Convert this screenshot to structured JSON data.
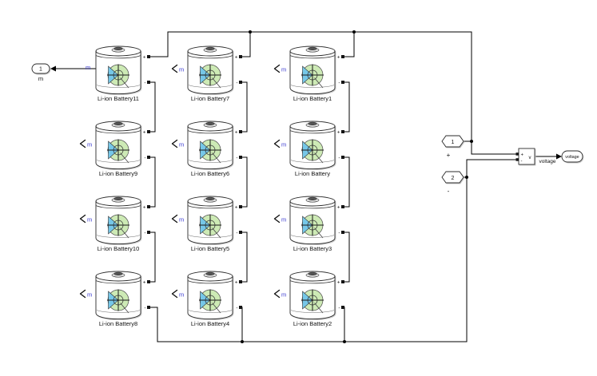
{
  "diagram": {
    "type": "simulink-battery-pack-model",
    "background": "#ffffff"
  },
  "colors": {
    "wire": "#000000",
    "battery_green": "#cdeab5",
    "battery_blue": "#76c7e8",
    "m_label_blue": "#3b3bd1",
    "block_shadow": "#c9c9c9"
  },
  "glyphs": {
    "plus": "+",
    "minus": "-",
    "m": "m",
    "v": "v"
  },
  "batteries": [
    {
      "label": "Li-ion Battery11",
      "m_connected": true
    },
    {
      "label": "Li-ion Battery9",
      "m_connected": false
    },
    {
      "label": "Li-ion Battery10",
      "m_connected": false
    },
    {
      "label": "Li-ion Battery8",
      "m_connected": false
    },
    {
      "label": "Li-ion Battery7",
      "m_connected": false
    },
    {
      "label": "Li-ion Battery6",
      "m_connected": false
    },
    {
      "label": "Li-ion Battery5",
      "m_connected": false
    },
    {
      "label": "Li-ion Battery4",
      "m_connected": false
    },
    {
      "label": "Li-ion Battery1",
      "m_connected": false
    },
    {
      "label": "Li-ion Battery",
      "m_connected": false
    },
    {
      "label": "Li-ion Battery3",
      "m_connected": false
    },
    {
      "label": "Li-ion Battery2",
      "m_connected": false
    }
  ],
  "left_outport": {
    "number": "1",
    "label": "m"
  },
  "right_ports": [
    {
      "number": "1",
      "polarity": "+"
    },
    {
      "number": "2",
      "polarity": "-"
    }
  ],
  "voltage_sensor": {
    "plus": "+",
    "minus": "-",
    "v": "v"
  },
  "signal_label": "voltage",
  "voltage_outport": {
    "name": "voltage"
  }
}
